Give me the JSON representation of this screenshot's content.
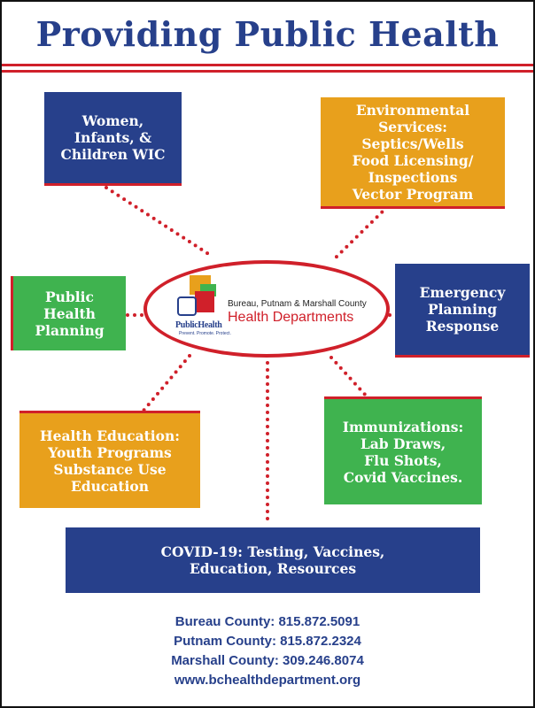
{
  "title": "Providing Public Health",
  "boxes": {
    "wic": "Women,\nInfants, &\nChildren WIC",
    "environmental": "Environmental\nServices:\nSeptics/Wells\nFood Licensing/\nInspections\nVector Program",
    "planning": "Public\nHealth\nPlanning",
    "emergency": "Emergency\nPlanning\nResponse",
    "education": "Health Education:\nYouth Programs\nSubstance Use\nEducation",
    "immunizations": "Immunizations:\nLab Draws,\nFlu Shots,\nCovid Vaccines.",
    "covid": "COVID-19: Testing, Vaccines,\nEducation, Resources"
  },
  "logo": {
    "public_health": "PublicHealth",
    "tagline": "Prevent. Promote. Protect.",
    "org_small": "Bureau, Putnam & Marshall County",
    "org_big": "Health Departments"
  },
  "contacts": {
    "bureau": "Bureau County: 815.872.5091",
    "putnam": "Putnam County: 815.872.2324",
    "marshall": "Marshall County: 309.246.8074",
    "website": "www.bchealthdepartment.org"
  },
  "colors": {
    "blue": "#27408b",
    "orange": "#e8a01c",
    "green": "#3fb34f",
    "red": "#d0202a"
  }
}
